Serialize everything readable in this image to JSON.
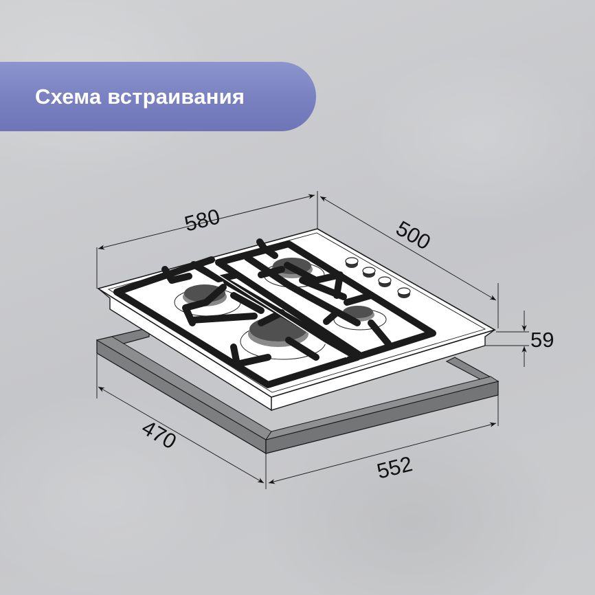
{
  "banner": {
    "title": "Схема встраивания",
    "color_top": "#8d95ce",
    "color_bottom": "#6e76b8"
  },
  "diagram": {
    "subject": "gas-hob-built-in-scheme",
    "burners": 4,
    "control_knobs": 4,
    "dimensions": {
      "hob_width": "580",
      "hob_depth": "500",
      "hob_height": "59",
      "cutout_depth": "470",
      "cutout_width": "552"
    },
    "colors": {
      "grate": "#1c1b1b",
      "burner_cap": "#505050",
      "burner_ring": "#8a8a8a",
      "cutout_frame": "#7d7e80",
      "hob_surface": "#ffffff"
    }
  }
}
